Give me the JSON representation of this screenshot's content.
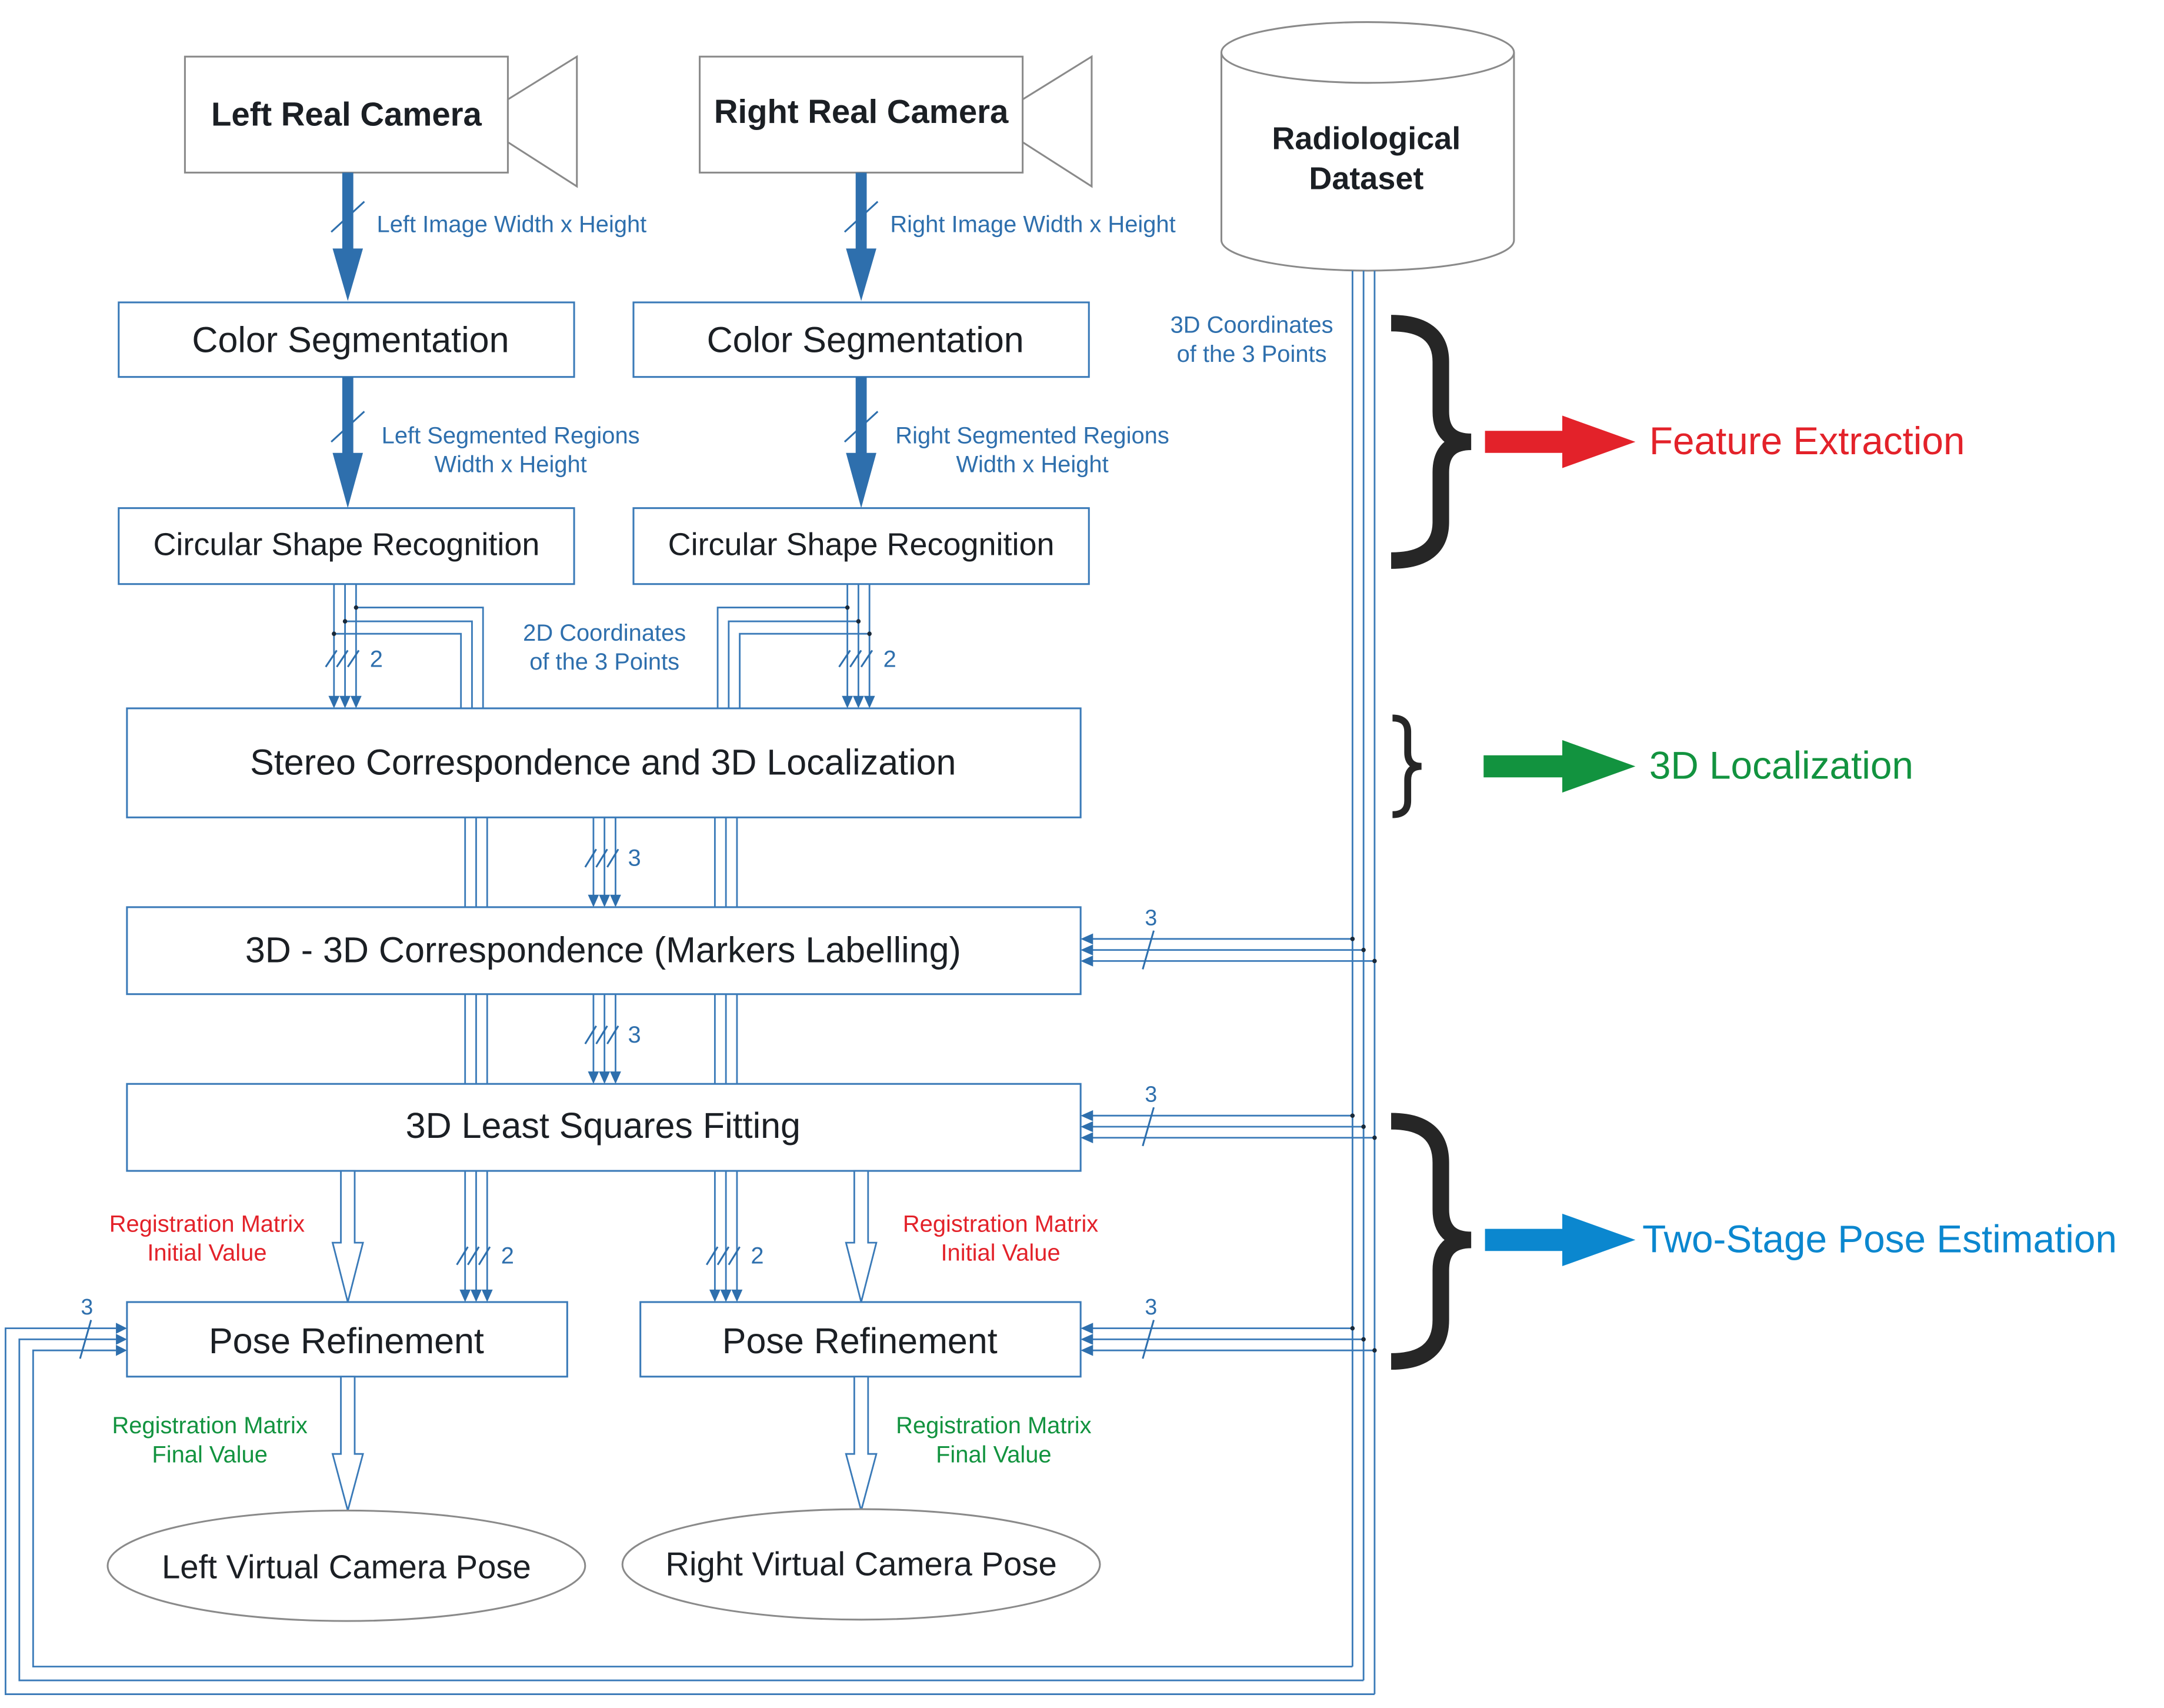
{
  "nodes": {
    "left_camera": "Left Real Camera",
    "right_camera": "Right Real Camera",
    "dataset_line1": "Radiological",
    "dataset_line2": "Dataset",
    "color_seg_left": "Color Segmentation",
    "color_seg_right": "Color Segmentation",
    "circ_left": "Circular Shape Recognition",
    "circ_right": "Circular Shape Recognition",
    "stereo": "Stereo Correspondence and 3D Localization",
    "corr3d": "3D - 3D Correspondence (Markers Labelling)",
    "lsq": "3D Least Squares Fitting",
    "pose_left": "Pose Refinement",
    "pose_right": "Pose Refinement",
    "virt_left": "Left Virtual Camera Pose",
    "virt_right": "Right Virtual Camera Pose"
  },
  "edge_labels": {
    "left_image": "Left Image Width x Height",
    "right_image": "Right Image Width x Height",
    "left_seg_line1": "Left Segmented Regions",
    "left_seg_line2": "Width x Height",
    "right_seg_line1": "Right Segmented Regions",
    "right_seg_line2": "Width x Height",
    "coords2d_line1": "2D Coordinates",
    "coords2d_line2": "of the 3 Points",
    "coords3d_line1": "3D Coordinates",
    "coords3d_line2": "of the 3 Points",
    "reg_init_line1": "Registration Matrix",
    "reg_init_line2": "Initial Value",
    "reg_final_line1": "Registration Matrix",
    "reg_final_line2": "Final Value"
  },
  "bus_widths": {
    "two": "2",
    "three": "3"
  },
  "stages": {
    "feature_extraction": "Feature Extraction",
    "localization": "3D Localization",
    "pose_estimation": "Two-Stage Pose Estimation"
  },
  "colors": {
    "flow_blue": "#2e6fad",
    "feature_extraction": "#e3222a",
    "localization": "#12933f",
    "pose_estimation": "#0b87cf",
    "initial_value": "#e3222a",
    "final_value": "#12933f"
  }
}
